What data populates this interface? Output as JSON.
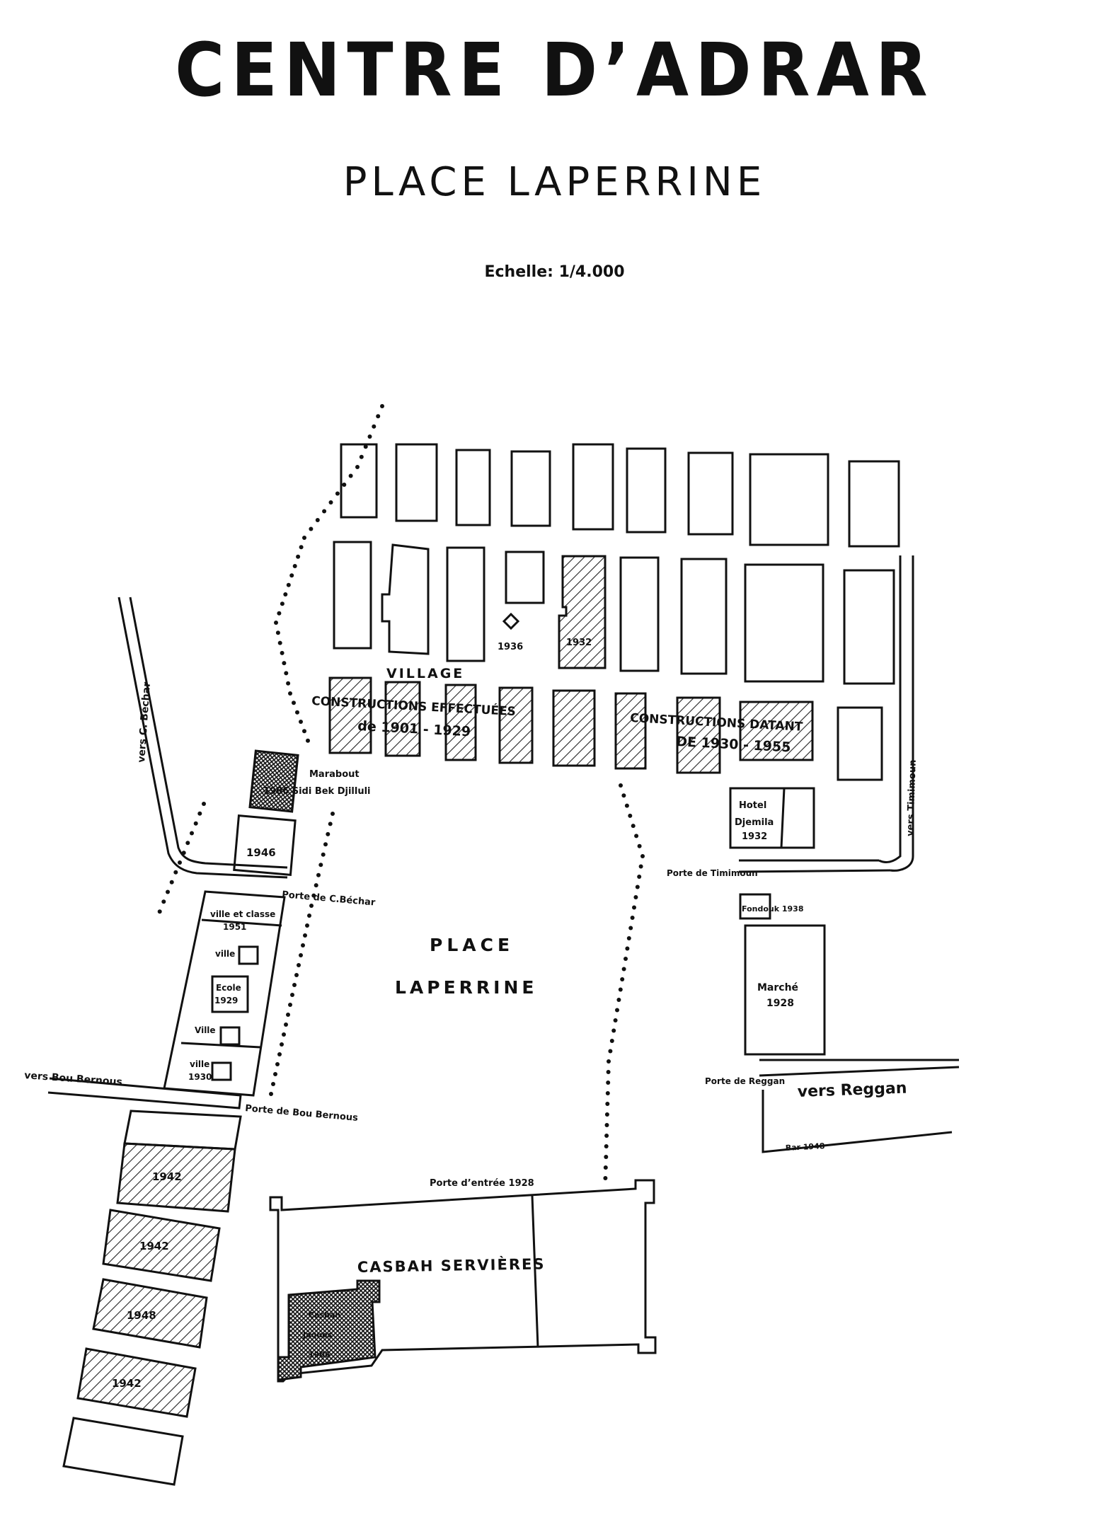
{
  "header": {
    "title": "CENTRE D’ADRAR",
    "subtitle": "PLACE LAPERRINE",
    "scale": "Echelle: 1/4.000"
  },
  "labels": {
    "village": "VILLAGE",
    "constructions_effectuees": "CONSTRUCTIONS EFFECTUÉES",
    "constructions_effectuees_dates": "de 1901 - 1929",
    "constructions_datant": "CONSTRUCTIONS DATANT",
    "constructions_datant_dates": "DE 1930 - 1955",
    "year_1936": "1936",
    "year_1932": "1932",
    "marabout": "Marabout",
    "marabout_name": "1906 Sidi Bek Djilluli",
    "year_1946": "1946",
    "porte_c_becher": "Porte de C.Béchar",
    "ville_et_classe": "ville et classe",
    "year_1951": "1951",
    "ville_1": "ville",
    "ecole": "Ecole",
    "year_1929": "1929",
    "ville_2": "Ville",
    "ville_3": "ville",
    "year_1930": "1930",
    "vers_bou_bernous": "vers Bou Bernous",
    "porte_bou_bernous": "Porte de Bou Bernous",
    "place_1": "PLACE",
    "place_2": "LAPERRINE",
    "hotel": "Hotel",
    "djemila": "Djemila",
    "hotel_year": "1932",
    "porte_timimoun": "Porte de Timimoun",
    "fondouk": "Fondouk 1938",
    "marche": "Marché",
    "marche_year": "1928",
    "porte_reggan": "Porte de Reggan",
    "vers_reggan": "vers Reggan",
    "bottom_right": "Bar 1948",
    "porte_entree": "Porte d’entrée 1928",
    "casbah_servieres": "CASBAH SERVIÈRES",
    "casbah_small_1": "Casbah",
    "casbah_small_2": "Jaques",
    "casbah_small_3": "1906",
    "road_c_becher": "vers C. Béchar",
    "road_timimoun": "vers Timimoun",
    "b1942a": "1942",
    "b1942b": "1942",
    "b1948": "1948",
    "b1942c": "1942"
  }
}
